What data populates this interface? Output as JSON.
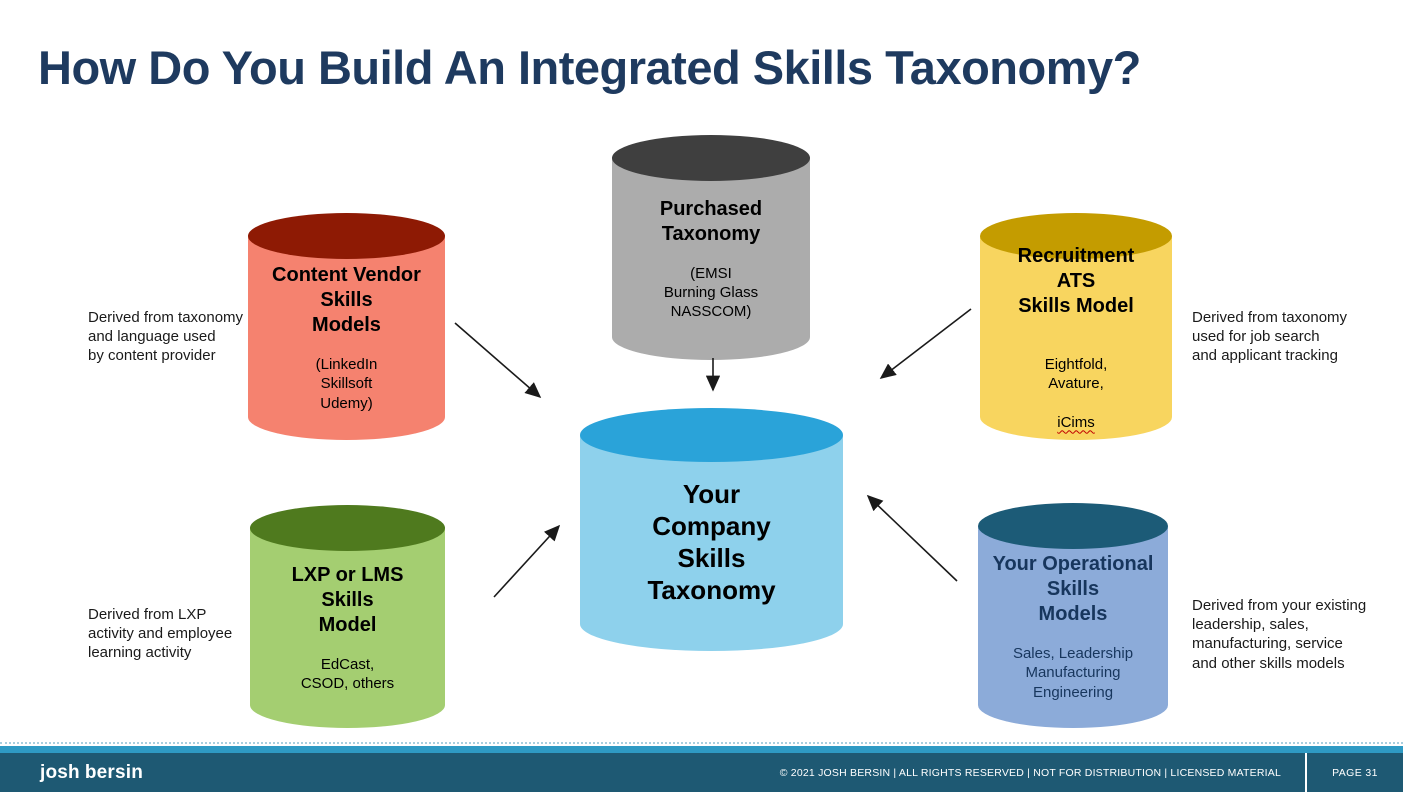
{
  "slide": {
    "title": "How Do You Build An Integrated Skills Taxonomy?"
  },
  "colors": {
    "title": "#1E3A5F",
    "arrow": "#1A1A1A"
  },
  "cylinders": {
    "content_vendor": {
      "heading": "Content Vendor\nSkills\nModels",
      "sub": "(LinkedIn\nSkillsoft\nUdemy)",
      "body_color": "#F5826F",
      "top_color": "#8E1A04"
    },
    "purchased_taxonomy": {
      "heading": "Purchased\nTaxonomy",
      "sub": "(EMSI\nBurning Glass\nNASSCOM)",
      "body_color": "#ACACAC",
      "top_color": "#3F3F3F"
    },
    "recruitment_ats": {
      "heading": "Recruitment\nATS\nSkills Model",
      "sub": "Eightfold,\nAvature,",
      "sub_underlined": "iCims",
      "body_color": "#F8D55F",
      "top_color": "#C49C00"
    },
    "lxp_lms": {
      "heading": "LXP or LMS\nSkills\nModel",
      "sub": "EdCast,\nCSOD, others",
      "body_color": "#A4CE71",
      "top_color": "#4F7A1E"
    },
    "company_taxonomy": {
      "heading": "Your\nCompany\nSkills\nTaxonomy",
      "body_color": "#8ED1EC",
      "top_color": "#2AA3D9"
    },
    "operational": {
      "heading": "Your Operational\nSkills\nModels",
      "sub": "Sales, Leadership\nManufacturing\nEngineering",
      "body_color": "#8CABD9",
      "top_color": "#1C5B77",
      "text_color": "#17365D"
    }
  },
  "annotations": {
    "left_top": "Derived from taxonomy\nand language used\nby content provider",
    "left_bottom": "Derived from LXP\nactivity and employee\nlearning activity",
    "right_top": "Derived from taxonomy\nused for job search\nand applicant tracking",
    "right_bottom": "Derived from your existing\nleadership, sales,\nmanufacturing, service\nand other skills models"
  },
  "footer": {
    "logo_first": "josh",
    "logo_second": "bersin",
    "copyright": "© 2021 JOSH BERSIN | ALL RIGHTS RESERVED | NOT FOR DISTRIBUTION | LICENSED MATERIAL",
    "page_label": "PAGE 31",
    "bar_color": "#1E5973",
    "stripe_color": "#2E9AC4"
  }
}
